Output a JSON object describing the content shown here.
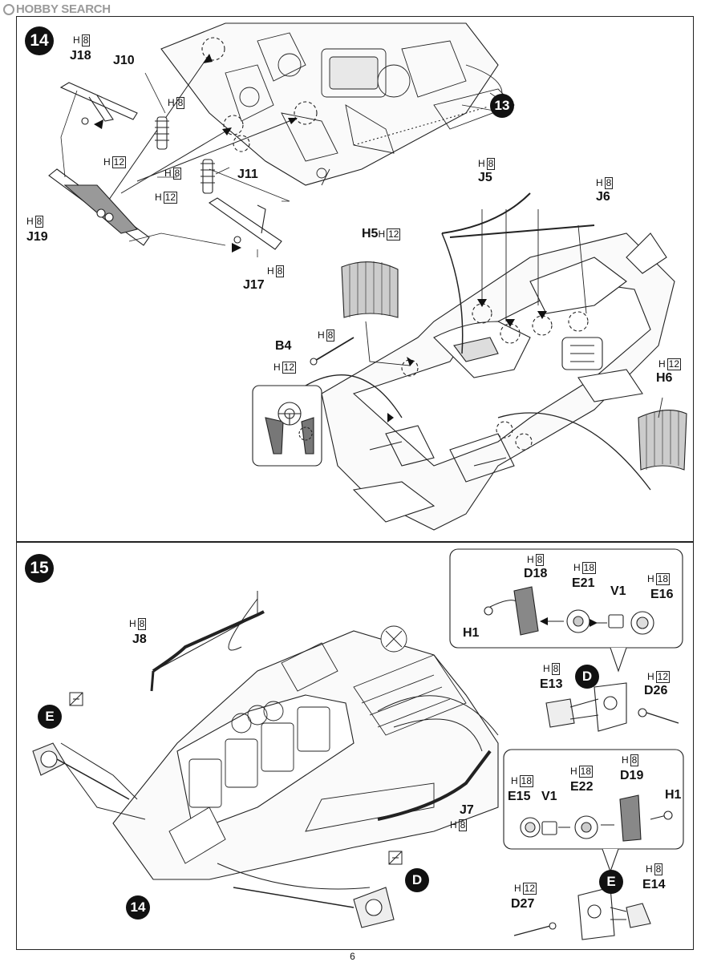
{
  "watermark": "HOBBY SEARCH",
  "page_number": "6",
  "step14": {
    "number": "14",
    "ref_step": "13",
    "parts": {
      "J18": "J18",
      "J10": "J10",
      "J11": "J11",
      "J19": "J19",
      "J17": "J17",
      "J5": "J5",
      "J6": "J6",
      "H5": "H5",
      "H6": "H6",
      "B4": "B4"
    },
    "color_code": "H",
    "colors": {
      "c8": "8",
      "c12": "12"
    }
  },
  "step15": {
    "number": "15",
    "ref_step": "14",
    "parts": {
      "J8": "J8",
      "J7": "J7",
      "D18": "D18",
      "E21": "E21",
      "V1": "V1",
      "E16": "E16",
      "H1": "H1",
      "E13": "E13",
      "D26": "D26",
      "E15": "E15",
      "E22": "E22",
      "D19": "D19",
      "E14": "E14",
      "D27": "D27"
    },
    "subassembly": {
      "D": "D",
      "E": "E"
    },
    "color_code": "H",
    "colors": {
      "c8": "8",
      "c12": "12",
      "c18": "18"
    }
  }
}
